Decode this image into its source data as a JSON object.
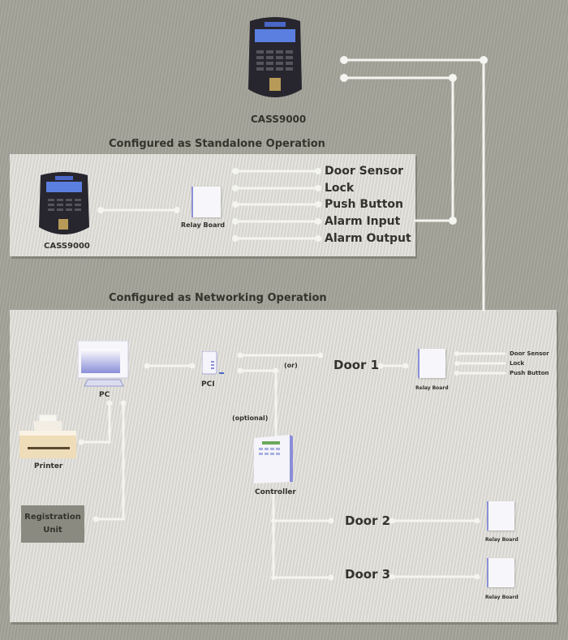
{
  "top_device": {
    "label": "CASS9000"
  },
  "standalone": {
    "title": "Configured as Standalone Operation",
    "device_label": "CASS9000",
    "relay_label": "Relay Board",
    "outputs": [
      "Door Sensor",
      "Lock",
      "Push Button",
      "Alarm Input",
      "Alarm Output"
    ]
  },
  "networking": {
    "title": "Configured as Networking Operation",
    "pc_label": "PC",
    "pci_label": "PCI",
    "printer_label": "Printer",
    "registration_label": "Registration Unit",
    "or_label": "(or)",
    "optional_label": "(optional)",
    "controller_label": "Controller",
    "doors": [
      {
        "label": "Door 1",
        "relay_label": "Relay Board",
        "outputs": [
          "Door Sensor",
          "Lock",
          "Push Button"
        ]
      },
      {
        "label": "Door 2",
        "relay_label": "Relay Board"
      },
      {
        "label": "Door 3",
        "relay_label": "Relay Board"
      }
    ]
  },
  "colors": {
    "background": "#a3a299",
    "panel": "#dcdbd5",
    "wire": "#f4f4f0",
    "text": "#33322b",
    "lcd": "#5b7fe0"
  }
}
